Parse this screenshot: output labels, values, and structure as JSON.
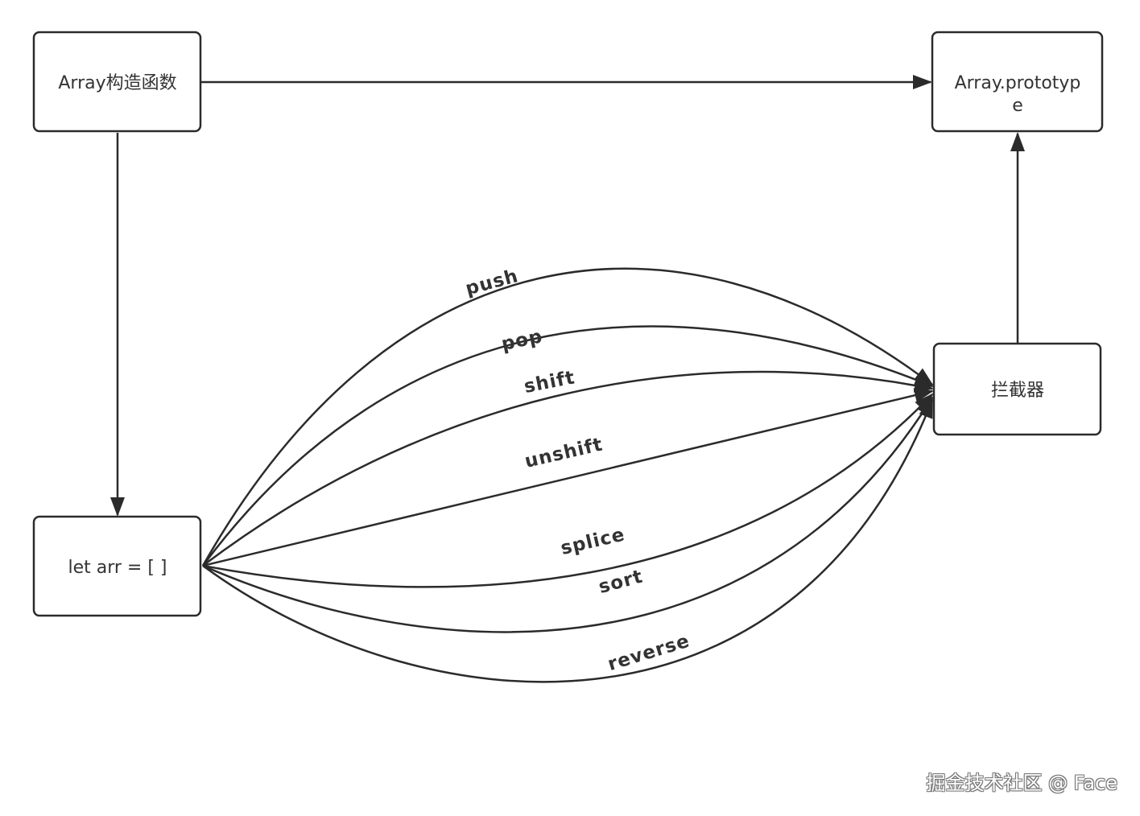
{
  "nodes": {
    "array_constructor": {
      "label": "Array构造函数"
    },
    "array_prototype": {
      "label_line1": "Array.prototyp",
      "label_line2": "e"
    },
    "let_arr": {
      "label": "let arr = [ ]"
    },
    "interceptor": {
      "label": "拦截器"
    }
  },
  "edges": {
    "push": "push",
    "pop": "pop",
    "shift": "shift",
    "unshift": "unshift",
    "splice": "splice",
    "sort": "sort",
    "reverse": "reverse"
  },
  "watermark": "掘金技术社区 @ Face"
}
